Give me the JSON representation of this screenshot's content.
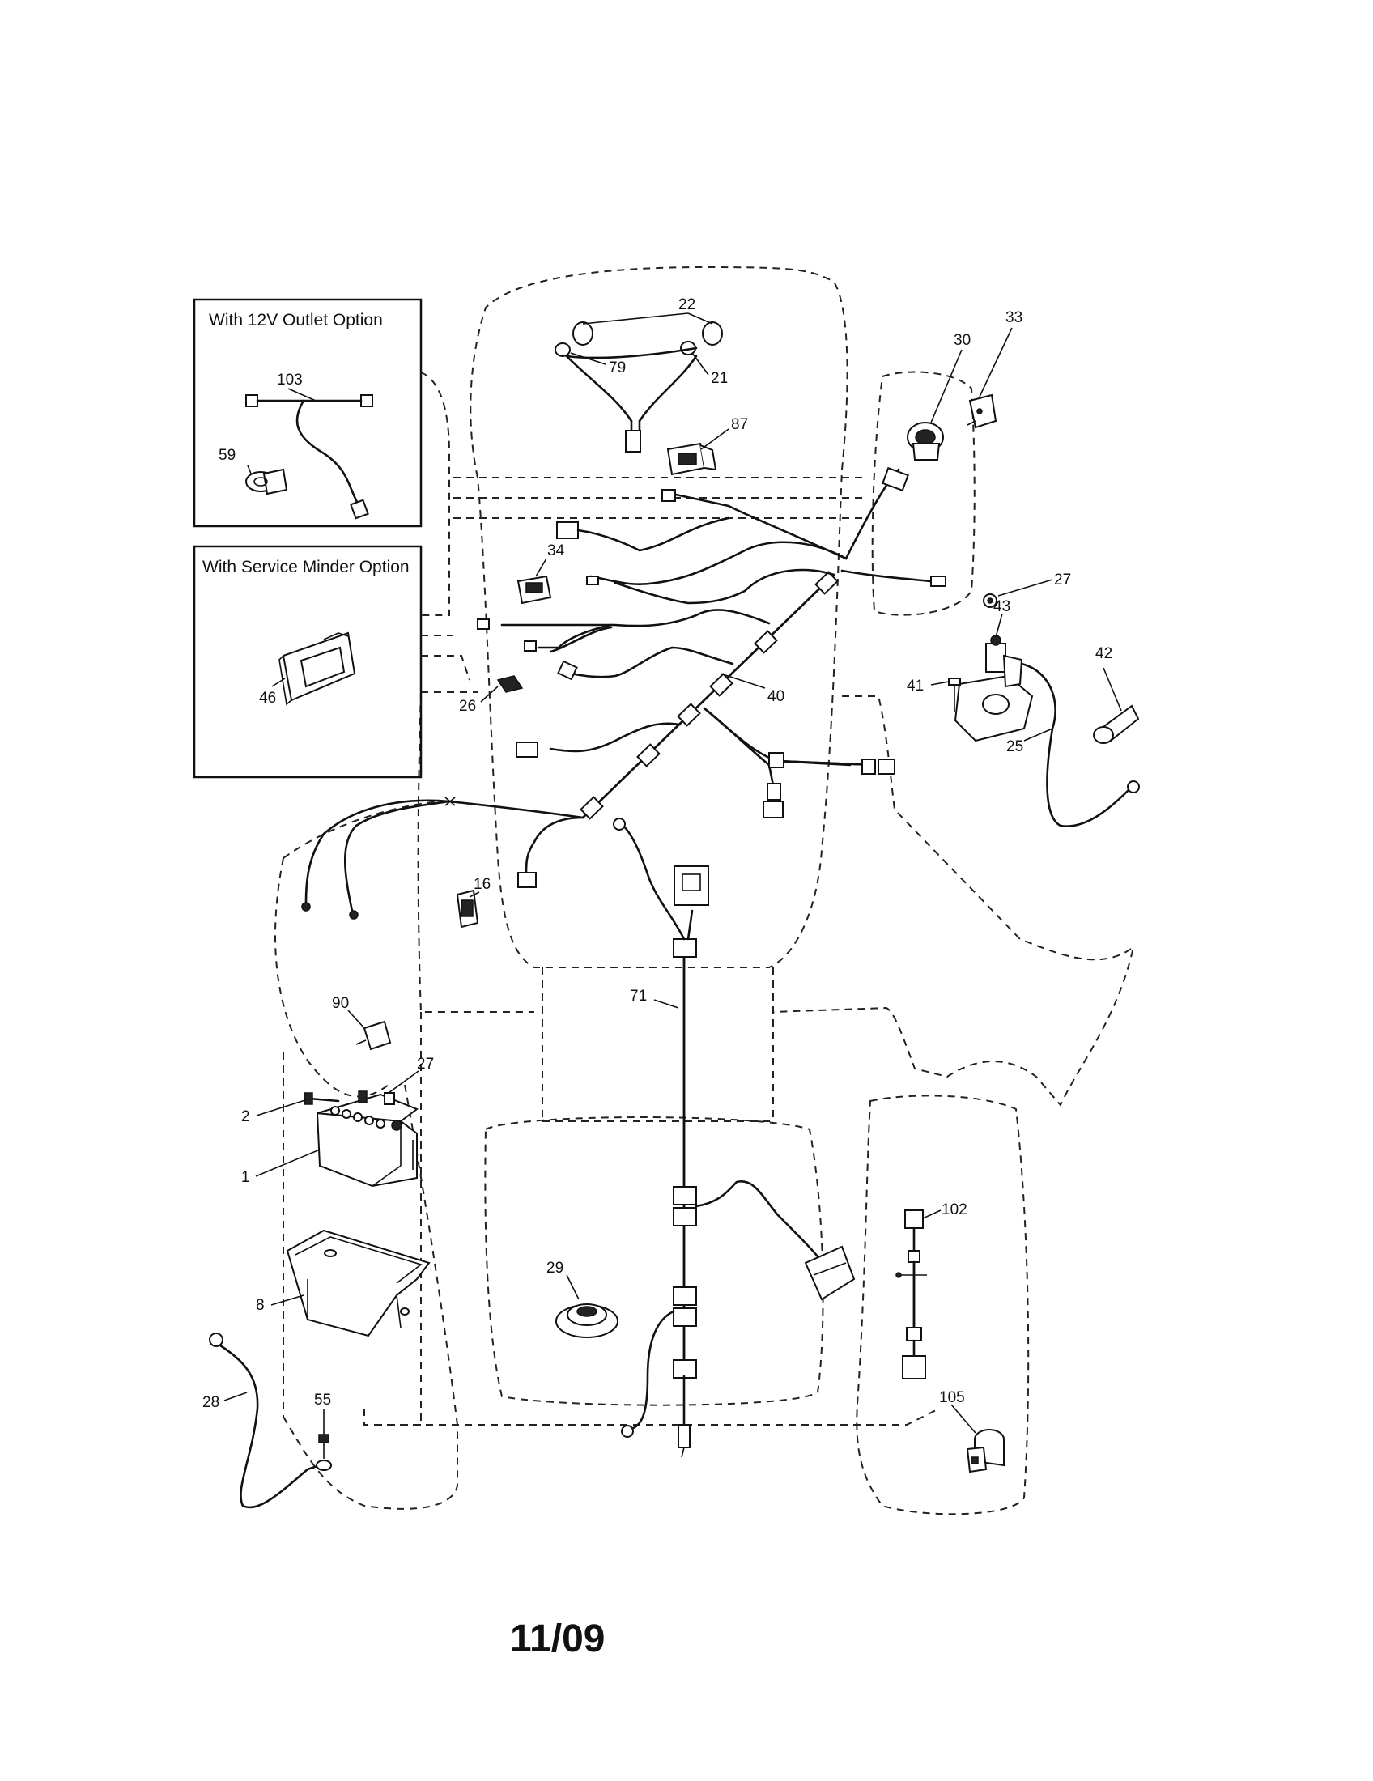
{
  "option_boxes": [
    {
      "title": "With 12V Outlet Option",
      "parts": [
        "103",
        "59"
      ]
    },
    {
      "title": "With Service Minder Option",
      "parts": [
        "46"
      ]
    }
  ],
  "part_labels": [
    "22",
    "79",
    "21",
    "33",
    "30",
    "87",
    "34",
    "27",
    "43",
    "42",
    "41",
    "40",
    "26",
    "25",
    "16",
    "90",
    "27",
    "71",
    "2",
    "1",
    "102",
    "29",
    "8",
    "105",
    "28",
    "55",
    "103",
    "59",
    "46"
  ],
  "footer": "11/09"
}
